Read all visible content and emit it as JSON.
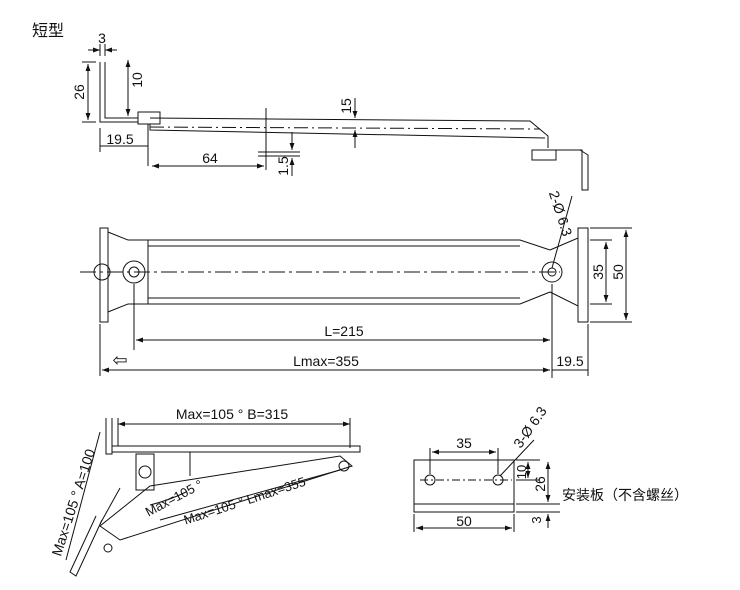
{
  "title": "短型",
  "top_view": {
    "dim_3": "3",
    "dim_26": "26",
    "dim_10": "10",
    "dim_15": "15",
    "dim_19_5": "19.5",
    "dim_64": "64",
    "dim_1_5": "1.5"
  },
  "plan_view": {
    "hole_label": "2-Ø 6.3",
    "dim_35": "35",
    "dim_50": "50",
    "L": "L=215",
    "Lmax": "Lmax=355",
    "dim_19_5": "19.5",
    "arrow_glyph": "⇦"
  },
  "open_view": {
    "max_b": "Max=105 ° B=315",
    "max_a": "Max=105 ° A=100",
    "max_105": "Max=105 °",
    "max_lmax": "Max=105 ° Lmax=355"
  },
  "plate": {
    "dim_35": "35",
    "hole_label": "3-Ø 6.3",
    "dim_10": "10",
    "dim_26": "26",
    "dim_50": "50",
    "dim_3": "3",
    "caption": "安装板（不含螺丝）"
  }
}
